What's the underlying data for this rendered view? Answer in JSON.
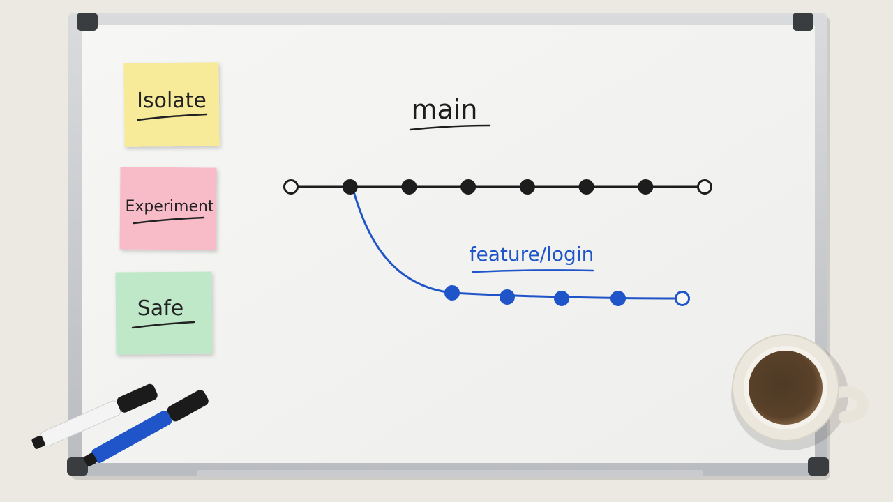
{
  "notes": [
    {
      "text": "Isolate",
      "color": "#f7eb9a"
    },
    {
      "text": "Experiment",
      "color": "#f7bcc8"
    },
    {
      "text": "Safe",
      "color": "#bfe8c9"
    }
  ],
  "diagram": {
    "main_branch_label": "main",
    "feature_branch_label": "feature/login",
    "main_commit_count": 8,
    "feature_commit_count": 5,
    "main_color": "#1d1d1d",
    "feature_color": "#1f55c9"
  },
  "props": {
    "markers": [
      {
        "name": "black-marker",
        "color": "#1b1b1b"
      },
      {
        "name": "blue-marker",
        "color": "#1f55c9"
      }
    ],
    "mug": "coffee-mug-icon"
  }
}
